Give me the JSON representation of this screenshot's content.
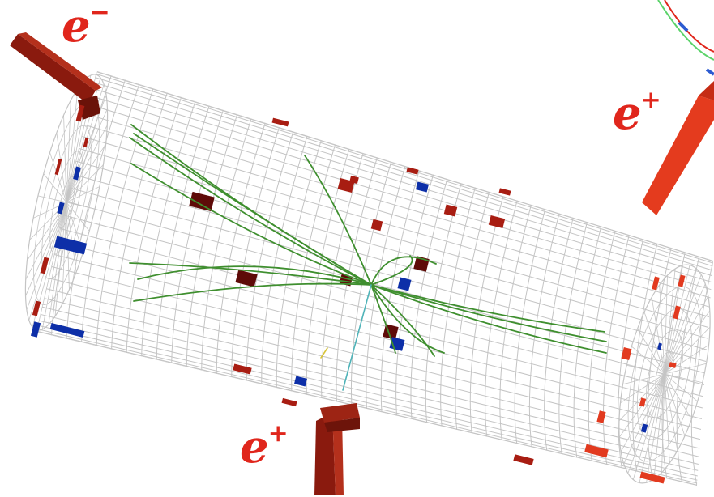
{
  "labels": {
    "electron": {
      "symbol": "e",
      "superscript": "−"
    },
    "positron_right": {
      "symbol": "e",
      "superscript": "+"
    },
    "positron_bottom": {
      "symbol": "e",
      "superscript": "+"
    }
  },
  "colors": {
    "background": "#ffffff",
    "detector_grid": "#c4c4c4",
    "track": "#3f8f2f",
    "track_cyan": "#4fb3b8",
    "track_yellow": "#d8c43a",
    "hit_darkred": "#5e0b08",
    "hit_red": "#a81d12",
    "hit_bright": "#e23a1f",
    "hit_blue": "#0d2fa8",
    "label_red": "#e0261c",
    "ring_green": "#5bd36a",
    "ring_blue": "#2c5bd1"
  }
}
